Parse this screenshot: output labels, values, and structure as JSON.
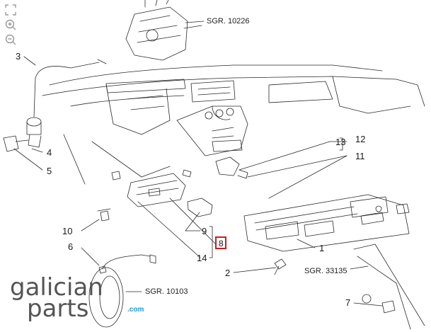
{
  "toolbar": {
    "tools": [
      "fit-icon",
      "zoom-in-icon",
      "zoom-out-icon"
    ]
  },
  "references": {
    "sgr_10226": "SGR. 10226",
    "sgr_33135": "SGR. 33135",
    "sgr_10103": "SGR. 10103"
  },
  "callouts": {
    "c1": "1",
    "c2": "2",
    "c3": "3",
    "c4": "4",
    "c5": "5",
    "c6": "6",
    "c7": "7",
    "c8": "8",
    "c9": "9",
    "c10": "10",
    "c11": "11",
    "c12": "12",
    "c13": "13",
    "c14": "14"
  },
  "selected_part": "8",
  "watermark": {
    "line1": "galician",
    "line2": "parts",
    "suffix": ".com"
  },
  "colors": {
    "line": "#2a2a2a",
    "selection": "#d21a1a",
    "watermark": "#555555",
    "watermark_accent": "#1e9ad6"
  }
}
